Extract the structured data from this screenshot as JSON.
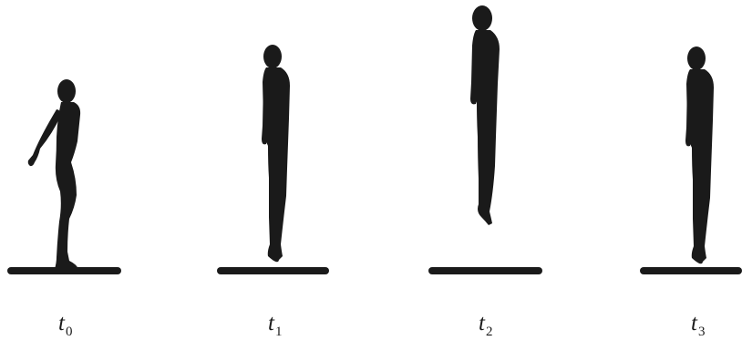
{
  "figure_color": "#1a1a1a",
  "frames": [
    {
      "id": "t0",
      "letter": "t",
      "subscript": "0",
      "pose": "crouching"
    },
    {
      "id": "t1",
      "letter": "t",
      "subscript": "1",
      "pose": "on-toes"
    },
    {
      "id": "t2",
      "letter": "t",
      "subscript": "2",
      "pose": "airborne"
    },
    {
      "id": "t3",
      "letter": "t",
      "subscript": "3",
      "pose": "on-toes"
    }
  ]
}
